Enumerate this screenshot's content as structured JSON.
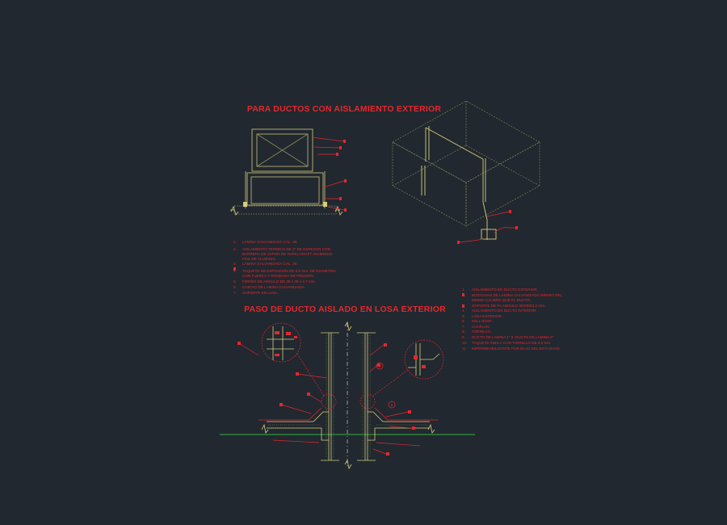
{
  "drawing": {
    "background": "#212830",
    "colors": {
      "annotation": "#e8262c",
      "linework": "#d6cf7a",
      "hidden": "#8a8f52",
      "ground": "#2fb53a",
      "white": "#e6e6e6"
    },
    "title_top": "PARA DUCTOS CON AISLAMIENTO EXTERIOR",
    "title_bottom": "PASO DE DUCTO AISLADO EN LOSA EXTERIOR",
    "notes_left": [
      {
        "num": "1.",
        "text": "LAMINA GALVANIZADA CAL. 26."
      },
      {
        "num": "2.",
        "text": "AISLAMIENTO TERMICO DE 2\" DE ESPESOR CON"
      },
      {
        "num": "",
        "text": "BARRERA DE VAPOR DE PAPEL KRAFT ADHERIDO"
      },
      {
        "num": "",
        "text": "FOIL DE ALUMINIO."
      },
      {
        "num": "3.",
        "text": "LAMINA GALVANIZADA CAL. 26."
      },
      {
        "num": "4.",
        "text": "TAQUETE DE EXPANSION DE 6.5 mm. DE DIAMETRO"
      },
      {
        "num": "",
        "text": "CON TUERCA Y RONDANA DE PRESION."
      },
      {
        "num": "5.",
        "text": "FIERRO DE ANGULO DE 38 x 38 x 4.7 mm."
      },
      {
        "num": "6.",
        "text": "CHICHO DE LAMINA GALVANIZADA."
      },
      {
        "num": "7.",
        "text": "SOPORTE EN LOSA."
      }
    ],
    "notes_right": [
      {
        "num": "1.",
        "text": "AISLAMIENTO EN DUCTO EXTERIOR."
      },
      {
        "num": "2.",
        "text": "BOTAGUAS DE LAMINA GALVANIZADA MINIMO DEL"
      },
      {
        "num": "",
        "text": "MISMO CALIBRE QUE EL DUCTO."
      },
      {
        "num": "3.",
        "text": "SOPORTE DE Fe ANGULO 38X38X3.2 mm."
      },
      {
        "num": "4.",
        "text": "AISLAMIENTO EN DUCTO INTERIOR."
      },
      {
        "num": "5.",
        "text": "LOSA EXTERIOR."
      },
      {
        "num": "6.",
        "text": "SELLADOR."
      },
      {
        "num": "7.",
        "text": "CHAFLAN."
      },
      {
        "num": "8.",
        "text": "TORNILLO."
      },
      {
        "num": "9.",
        "text": "DUCTO DE LAMINA 1\"    8.    DUCTO DE LAMINA 2\""
      },
      {
        "num": "10.",
        "text": "TAQUETE ANCLA CON TORNILLO DE 6.5 mm."
      },
      {
        "num": "11.",
        "text": "IMPERMEABILIZANTE POR BAJO DEL BOTAGUAS."
      }
    ],
    "balloons": [
      "9",
      "8"
    ]
  }
}
